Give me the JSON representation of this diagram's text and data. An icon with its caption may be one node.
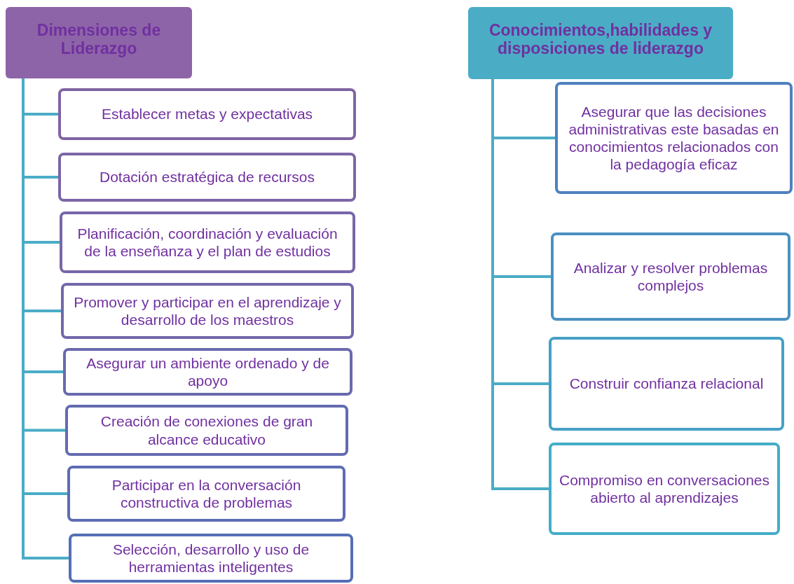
{
  "diagram": {
    "nodes": [
      {
        "text": [
          "Dimensiones de Liderazgo"
        ]
      },
      {
        "text": [
          "Establecer metas y expectativas"
        ]
      },
      {
        "text": [
          "Dotación estratégica de recursos"
        ]
      },
      {
        "text": [
          "Planificación, coordinación y evaluación de la enseñanza y el plan de estudios"
        ]
      },
      {
        "text": [
          "Promover y participar en el aprendizaje y desarrollo de los maestros"
        ]
      },
      {
        "text": [
          "Asegurar un ambiente ordenado y de apoyo"
        ]
      },
      {
        "text": [
          "Creación de conexiones de gran alcance educativo"
        ]
      },
      {
        "text": [
          "Participar en la conversación constructiva de problemas"
        ]
      },
      {
        "text": [
          "Selección, desarrollo y uso de herramientas inteligentes"
        ]
      },
      {
        "text": [
          "Conocimientos,habilidades y disposiciones de liderazgo"
        ]
      },
      {
        "text": [
          "Asegurar que las decisiones administrativas este basadas  en conocimientos relacionados con  la pedagogía eficaz"
        ]
      },
      {
        "text": [
          "Analizar y resolver problemas complejos"
        ]
      },
      {
        "text": [
          "Construir confianza relacional"
        ]
      },
      {
        "text": [
          "Compromiso en conversaciones abierto al aprendizajes"
        ]
      }
    ],
    "edges": [
      {
        "from": 0,
        "to": 1,
        "arrow": "none"
      },
      {
        "from": 0,
        "to": 2,
        "arrow": "none"
      },
      {
        "from": 0,
        "to": 3,
        "arrow": "none"
      },
      {
        "from": 0,
        "to": 4,
        "arrow": "none"
      },
      {
        "from": 0,
        "to": 5,
        "arrow": "none"
      },
      {
        "from": 0,
        "to": 6,
        "arrow": "none"
      },
      {
        "from": 0,
        "to": 7,
        "arrow": "none"
      },
      {
        "from": 0,
        "to": 8,
        "arrow": "none"
      },
      {
        "from": 9,
        "to": 10,
        "arrow": "none"
      },
      {
        "from": 9,
        "to": 11,
        "arrow": "none"
      },
      {
        "from": 9,
        "to": 12,
        "arrow": "none"
      },
      {
        "from": 9,
        "to": 13,
        "arrow": "none"
      }
    ]
  }
}
